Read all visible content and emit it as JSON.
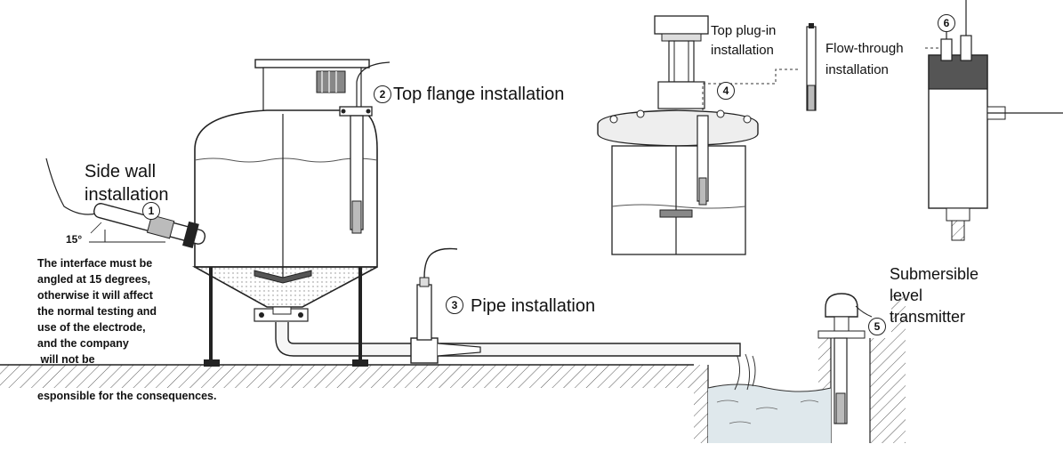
{
  "labels": {
    "side_wall_line1": "Side wall",
    "side_wall_line2": "installation",
    "top_flange": "Top flange installation",
    "pipe": "Pipe installation",
    "top_plugin_line1": "Top plug-in",
    "top_plugin_line2": "installation",
    "flow_through_line1": "Flow-through",
    "flow_through_line2": "installation",
    "submersible_line1": "Submersible",
    "submersible_line2": "level",
    "submersible_line3": "transmitter"
  },
  "markers": [
    "1",
    "2",
    "3",
    "4",
    "5",
    "6"
  ],
  "angle_label": "15°",
  "note_lines": [
    "The interface must be",
    "angled at 15 degrees,",
    "otherwise it will affect",
    "the normal testing and",
    "use of the electrode,",
    "and the company",
    " will not be",
    "esponsible for the consequences."
  ]
}
